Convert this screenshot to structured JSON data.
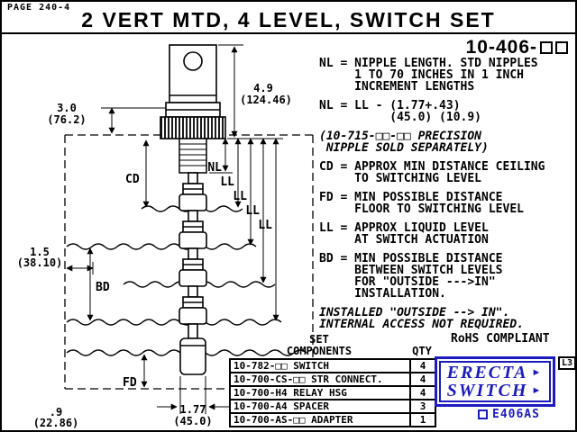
{
  "page": {
    "corner_label": "PAGE 240-4",
    "title": "2 VERT MTD, 4 LEVEL, SWITCH SET",
    "model_prefix": "10-406-"
  },
  "notes": {
    "nl_definition": "NL = NIPPLE LENGTH. STD NIPPLES\n     1 TO 70 INCHES IN 1 INCH\n     INCREMENT LENGTHS",
    "nl_formula": "NL = LL - (1.77+.43)\n          (45.0) (10.9)",
    "precision_nipple": "(10-715-□□-□□ PRECISION\n NIPPLE SOLD SEPARATELY)",
    "cd_definition": "CD = APPROX MIN DISTANCE CEILING\n     TO SWITCHING LEVEL",
    "fd_definition": "FD = MIN POSSIBLE DISTANCE\n     FLOOR TO SWITCHING LEVEL",
    "ll_definition": "LL = APPROX LIQUID LEVEL\n     AT SWITCH ACTUATION",
    "bd_definition": "BD = MIN POSSIBLE DISTANCE\n     BETWEEN SWITCH LEVELS\n     FOR \"OUTSIDE --->IN\"\n     INSTALLATION.",
    "installation": "INSTALLED \"OUTSIDE --> IN\".\nINTERNAL ACCESS NOT REQUIRED.",
    "rohs": "RoHS COMPLIANT"
  },
  "dimensions": {
    "top_height_in": "4.9",
    "top_height_mm": "(124.46)",
    "ceiling_in": "3.0",
    "ceiling_mm": "(76.2)",
    "wall_in": "1.5",
    "wall_mm": "(38.10)",
    "bottom_in": "1.77",
    "bottom_mm": "(45.0)",
    "floor_in": ".9",
    "floor_mm": "(22.86)",
    "label_nl": "NL",
    "label_ll": "LL",
    "label_cd": "CD",
    "label_bd": "BD",
    "label_fd": "FD"
  },
  "table": {
    "header_set": "SET",
    "header_components": "COMPONENTS",
    "header_qty": "QTY",
    "rows": [
      {
        "part": "10-782-□□ SWITCH",
        "qty": "4"
      },
      {
        "part": "10-700-CS-□□ STR CONNECT.",
        "qty": "4"
      },
      {
        "part": "10-700-H4 RELAY HSG",
        "qty": "4"
      },
      {
        "part": "10-700-A4 SPACER",
        "qty": "3"
      },
      {
        "part": "10-700-AS-□□ ADAPTER",
        "qty": "1"
      }
    ]
  },
  "logo": {
    "line1": "ERECTA",
    "line2": "SWITCH",
    "arrow": "►",
    "rev": "L3",
    "code": "E406AS",
    "blue": "#1c1cbe"
  }
}
